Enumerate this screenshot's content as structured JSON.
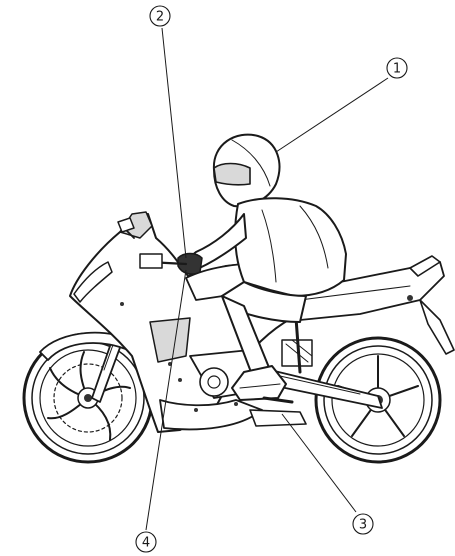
{
  "diagram": {
    "callouts": [
      {
        "id": "1",
        "label": "1"
      },
      {
        "id": "2",
        "label": "2"
      },
      {
        "id": "3",
        "label": "3"
      },
      {
        "id": "4",
        "label": "4"
      }
    ]
  },
  "colors": {
    "ink": "#1a1a1a",
    "background": "#ffffff",
    "shade": "#d9d9d9"
  }
}
